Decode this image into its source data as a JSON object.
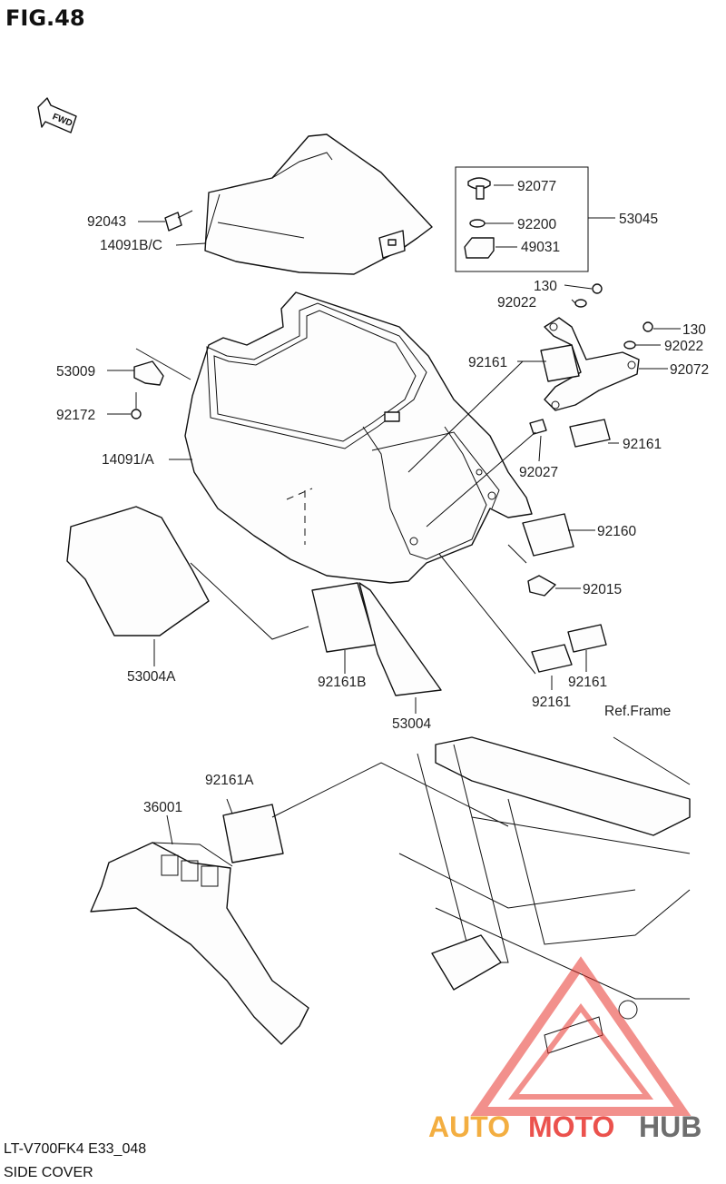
{
  "figure": {
    "title": "FIG.48"
  },
  "fwd_label": "FWD",
  "footer": {
    "code": "LT-V700FK4 E33_048",
    "name": "SIDE COVER"
  },
  "ref_frame": "Ref.Frame",
  "parts": [
    {
      "id": "92043",
      "label": "92043"
    },
    {
      "id": "14091BC",
      "label": "14091B/C"
    },
    {
      "id": "92077",
      "label": "92077"
    },
    {
      "id": "92200",
      "label": "92200"
    },
    {
      "id": "49031",
      "label": "49031"
    },
    {
      "id": "53045",
      "label": "53045"
    },
    {
      "id": "130a",
      "label": "130"
    },
    {
      "id": "92022a",
      "label": "92022"
    },
    {
      "id": "130b",
      "label": "130"
    },
    {
      "id": "92022b",
      "label": "92022"
    },
    {
      "id": "92072",
      "label": "92072"
    },
    {
      "id": "92161a",
      "label": "92161"
    },
    {
      "id": "92161b",
      "label": "92161"
    },
    {
      "id": "92027",
      "label": "92027"
    },
    {
      "id": "92160",
      "label": "92160"
    },
    {
      "id": "92015",
      "label": "92015"
    },
    {
      "id": "92161c",
      "label": "92161"
    },
    {
      "id": "92161d",
      "label": "92161"
    },
    {
      "id": "53009",
      "label": "53009"
    },
    {
      "id": "92172",
      "label": "92172"
    },
    {
      "id": "14091A",
      "label": "14091/A"
    },
    {
      "id": "53004A",
      "label": "53004A"
    },
    {
      "id": "92161B",
      "label": "92161B"
    },
    {
      "id": "53004",
      "label": "53004"
    },
    {
      "id": "92161A",
      "label": "92161A"
    },
    {
      "id": "36001",
      "label": "36001"
    }
  ],
  "watermark": {
    "part1": "AUTO",
    "part2": "MOTO",
    "part3": "HUB"
  }
}
